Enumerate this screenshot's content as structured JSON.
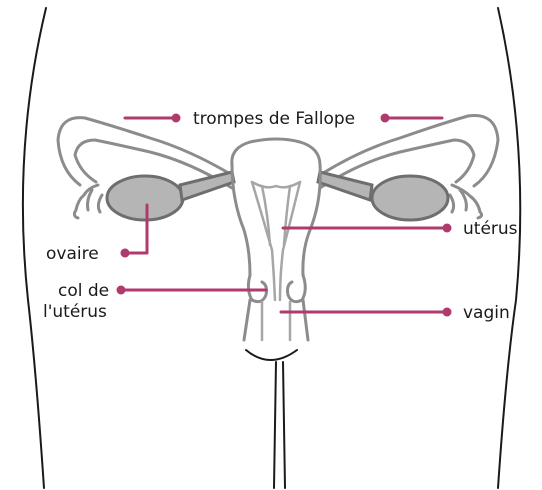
{
  "labels": {
    "fallopian_tubes": "trompes de Fallope",
    "uterus": "utérus",
    "ovary": "ovaire",
    "cervix_line1": "col de",
    "cervix_line2": "l'utérus",
    "vagina": "vagin"
  },
  "colors": {
    "accent": "#b03a6e",
    "organ_outline": "#8c8c8c",
    "ovary_fill": "#b5b5b5",
    "body_outline": "#1a1a1a"
  }
}
